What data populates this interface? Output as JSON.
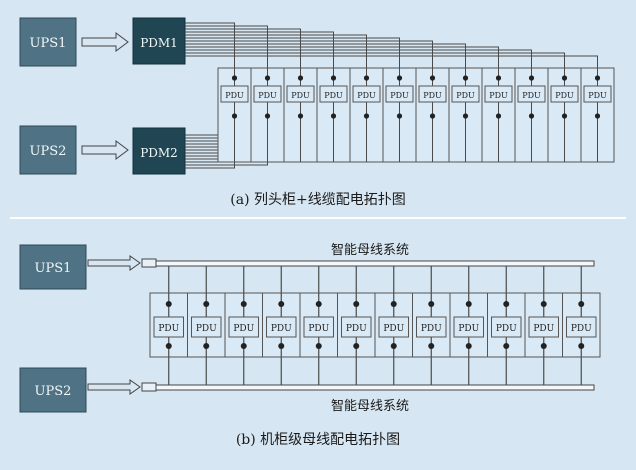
{
  "colors": {
    "background": "#d6e6f2",
    "ups_fill": "#4f7384",
    "pdm_fill": "#1f4652",
    "pdu_fill": "#d9e9f5",
    "line": "#4a4a4a",
    "text_dark": "#1a1a1a",
    "text_light": "#f2f6f8"
  },
  "diagram_a": {
    "ups1_label": "UPS1",
    "ups2_label": "UPS2",
    "pdm1_label": "PDM1",
    "pdm2_label": "PDM2",
    "pdu_labels": [
      "PDU",
      "PDU",
      "PDU",
      "PDU",
      "PDU",
      "PDU",
      "PDU",
      "PDU",
      "PDU",
      "PDU",
      "PDU",
      "PDU"
    ],
    "caption": "(a)  列头柜+线缆配电拓扑图"
  },
  "diagram_b": {
    "ups1_label": "UPS1",
    "ups2_label": "UPS2",
    "busway_top_label": "智能母线系统",
    "busway_bottom_label": "智能母线系统",
    "pdu_labels": [
      "PDU",
      "PDU",
      "PDU",
      "PDU",
      "PDU",
      "PDU",
      "PDU",
      "PDU",
      "PDU",
      "PDU",
      "PDU",
      "PDU"
    ],
    "caption": "(b)  机柜级母线配电拓扑图"
  }
}
